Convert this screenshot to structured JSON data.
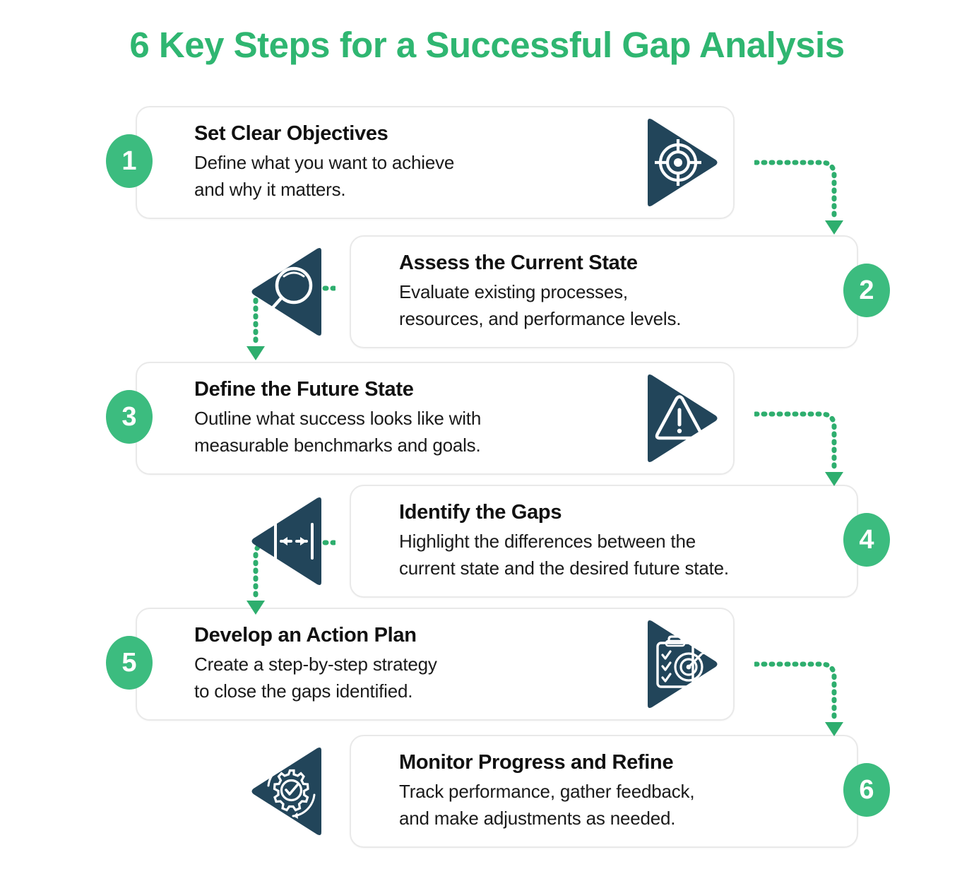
{
  "header": {
    "title": "6 Key Steps for a Successful Gap Analysis"
  },
  "colors": {
    "accent_green": "#3CBC7F",
    "title_green": "#2FB671",
    "navy": "#22455A",
    "card_border": "#E9E9E9",
    "card_bg": "#FFFFFF",
    "text": "#111111",
    "connector": "#2EAE6E"
  },
  "steps": [
    {
      "number": "1",
      "title": "Set Clear Objectives",
      "desc_lines": [
        "Define what you want to achieve",
        "and why it matters."
      ],
      "icon": "target-icon",
      "side": "left"
    },
    {
      "number": "2",
      "title": "Assess the Current State",
      "desc_lines": [
        "Evaluate existing processes,",
        "resources, and performance levels."
      ],
      "icon": "magnifier-icon",
      "side": "right"
    },
    {
      "number": "3",
      "title": "Define the Future State",
      "desc_lines": [
        "Outline what success looks like with",
        "measurable benchmarks and goals."
      ],
      "icon": "warning-triangle-icon",
      "side": "left"
    },
    {
      "number": "4",
      "title": "Identify the Gaps",
      "desc_lines": [
        "Highlight the differences between the",
        "current state and the desired future state."
      ],
      "icon": "gap-measure-icon",
      "side": "right"
    },
    {
      "number": "5",
      "title": "Develop an Action Plan",
      "desc_lines": [
        "Create a step-by-step strategy",
        "to close the gaps identified."
      ],
      "icon": "clipboard-target-icon",
      "side": "left"
    },
    {
      "number": "6",
      "title": "Monitor Progress and Refine",
      "desc_lines": [
        "Track performance, gather feedback,",
        "and make adjustments as needed."
      ],
      "icon": "gear-refresh-check-icon",
      "side": "right"
    }
  ],
  "connectors": [
    {
      "from": "1",
      "to": "2",
      "direction": "right-down"
    },
    {
      "from": "2",
      "to": "3",
      "direction": "left-down"
    },
    {
      "from": "3",
      "to": "4",
      "direction": "right-down"
    },
    {
      "from": "4",
      "to": "5",
      "direction": "left-down"
    },
    {
      "from": "5",
      "to": "6",
      "direction": "right-down"
    }
  ]
}
